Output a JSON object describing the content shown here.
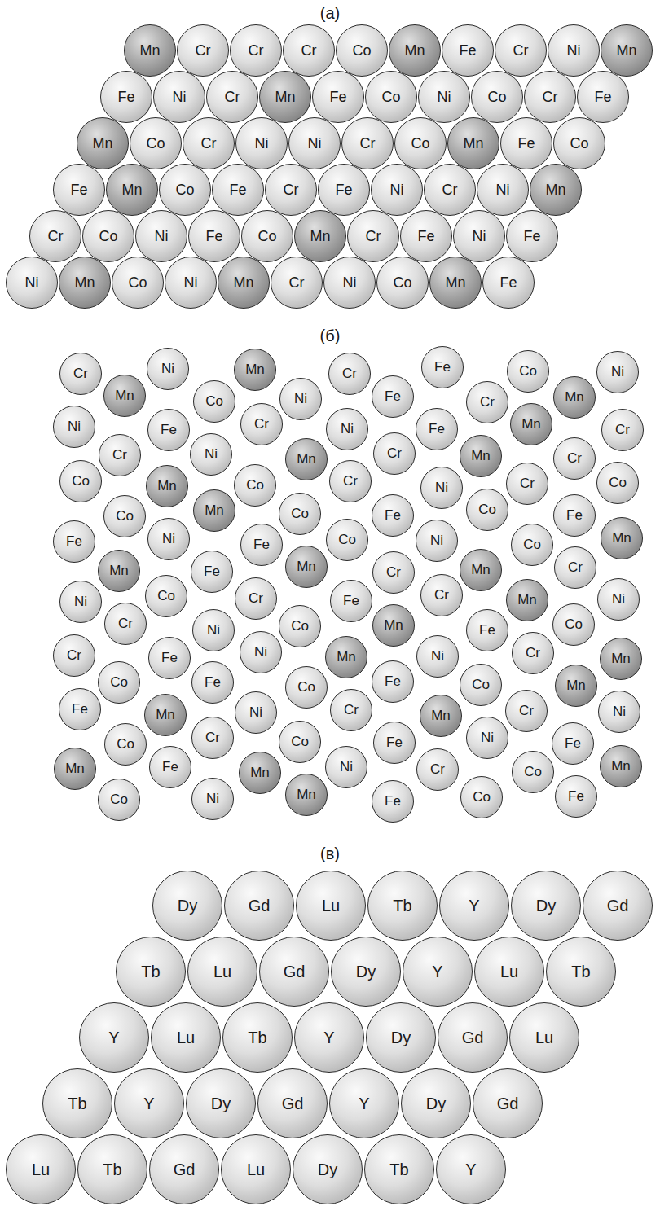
{
  "diagram": {
    "nodes": [
      {
        "text": [
          "Mn"
        ]
      },
      {
        "text": [
          "Cr"
        ]
      },
      {
        "text": [
          "Cr"
        ]
      },
      {
        "text": [
          "Cr"
        ]
      },
      {
        "text": [
          "Co"
        ]
      },
      {
        "text": [
          "Mn"
        ]
      },
      {
        "text": [
          "Fe"
        ]
      },
      {
        "text": [
          "Cr"
        ]
      },
      {
        "text": [
          "Ni"
        ]
      },
      {
        "text": [
          "Mn"
        ]
      },
      {
        "text": [
          "Fe"
        ]
      },
      {
        "text": [
          "Ni"
        ]
      },
      {
        "text": [
          "Cr"
        ]
      },
      {
        "text": [
          "Mn"
        ]
      },
      {
        "text": [
          "Fe"
        ]
      },
      {
        "text": [
          "Co"
        ]
      },
      {
        "text": [
          "Ni"
        ]
      },
      {
        "text": [
          "Co"
        ]
      },
      {
        "text": [
          "Cr"
        ]
      },
      {
        "text": [
          "Fe"
        ]
      },
      {
        "text": [
          "Mn"
        ]
      },
      {
        "text": [
          "Co"
        ]
      },
      {
        "text": [
          "Cr"
        ]
      },
      {
        "text": [
          "Ni"
        ]
      },
      {
        "text": [
          "Ni"
        ]
      },
      {
        "text": [
          "Cr"
        ]
      },
      {
        "text": [
          "Co"
        ]
      },
      {
        "text": [
          "Mn"
        ]
      },
      {
        "text": [
          "Fe"
        ]
      },
      {
        "text": [
          "Co"
        ]
      },
      {
        "text": [
          "Fe"
        ]
      },
      {
        "text": [
          "Mn"
        ]
      },
      {
        "text": [
          "Co"
        ]
      },
      {
        "text": [
          "Fe"
        ]
      },
      {
        "text": [
          "Cr"
        ]
      },
      {
        "text": [
          "Fe"
        ]
      },
      {
        "text": [
          "Ni"
        ]
      },
      {
        "text": [
          "Cr"
        ]
      },
      {
        "text": [
          "Ni"
        ]
      },
      {
        "text": [
          "Mn"
        ]
      },
      {
        "text": [
          "Cr"
        ]
      },
      {
        "text": [
          "Co"
        ]
      },
      {
        "text": [
          "Ni"
        ]
      },
      {
        "text": [
          "Fe"
        ]
      },
      {
        "text": [
          "Co"
        ]
      },
      {
        "text": [
          "Mn"
        ]
      },
      {
        "text": [
          "Cr"
        ]
      },
      {
        "text": [
          "Fe"
        ]
      },
      {
        "text": [
          "Ni"
        ]
      },
      {
        "text": [
          "Fe"
        ]
      },
      {
        "text": [
          "Ni"
        ]
      },
      {
        "text": [
          "Mn"
        ]
      },
      {
        "text": [
          "Co"
        ]
      },
      {
        "text": [
          "Ni"
        ]
      },
      {
        "text": [
          "Mn"
        ]
      },
      {
        "text": [
          "Cr"
        ]
      },
      {
        "text": [
          "Ni"
        ]
      },
      {
        "text": [
          "Co"
        ]
      },
      {
        "text": [
          "Mn"
        ]
      },
      {
        "text": [
          "Fe"
        ]
      },
      {
        "text": [
          "Cr"
        ]
      },
      {
        "text": [
          "Ni"
        ]
      },
      {
        "text": [
          "Mn"
        ]
      },
      {
        "text": [
          "Cr"
        ]
      },
      {
        "text": [
          "Fe"
        ]
      },
      {
        "text": [
          "Co"
        ]
      },
      {
        "text": [
          "Ni"
        ]
      },
      {
        "text": [
          "Mn"
        ]
      },
      {
        "text": [
          "Co"
        ]
      },
      {
        "text": [
          "Ni"
        ]
      },
      {
        "text": [
          "Fe"
        ]
      },
      {
        "text": [
          "Cr"
        ]
      },
      {
        "text": [
          "Mn"
        ]
      },
      {
        "text": [
          "Ni"
        ]
      },
      {
        "text": [
          "Fe"
        ]
      },
      {
        "text": [
          "Cr"
        ]
      },
      {
        "text": [
          "Ni"
        ]
      },
      {
        "text": [
          "Fe"
        ]
      },
      {
        "text": [
          "Mn"
        ]
      },
      {
        "text": [
          "Cr"
        ]
      },
      {
        "text": [
          "Cr"
        ]
      },
      {
        "text": [
          "Ni"
        ]
      },
      {
        "text": [
          "Mn"
        ]
      },
      {
        "text": [
          "Cr"
        ]
      },
      {
        "text": [
          "Mn"
        ]
      },
      {
        "text": [
          "Cr"
        ]
      },
      {
        "text": [
          "Co"
        ]
      },
      {
        "text": [
          "Mn"
        ]
      },
      {
        "text": [
          "Co"
        ]
      },
      {
        "text": [
          "Cr"
        ]
      },
      {
        "text": [
          "Ni"
        ]
      },
      {
        "text": [
          "Cr"
        ]
      },
      {
        "text": [
          "Co"
        ]
      },
      {
        "text": [
          "Co"
        ]
      },
      {
        "text": [
          "Mn"
        ]
      },
      {
        "text": [
          "Co"
        ]
      },
      {
        "text": [
          "Fe"
        ]
      },
      {
        "text": [
          "Co"
        ]
      },
      {
        "text": [
          "Fe"
        ]
      },
      {
        "text": [
          "Fe"
        ]
      },
      {
        "text": [
          "Ni"
        ]
      },
      {
        "text": [
          "Fe"
        ]
      },
      {
        "text": [
          "Co"
        ]
      },
      {
        "text": [
          "Ni"
        ]
      },
      {
        "text": [
          "Co"
        ]
      },
      {
        "text": [
          "Mn"
        ]
      },
      {
        "text": [
          "Mn"
        ]
      },
      {
        "text": [
          "Fe"
        ]
      },
      {
        "text": [
          "Mn"
        ]
      },
      {
        "text": [
          "Cr"
        ]
      },
      {
        "text": [
          "Mn"
        ]
      },
      {
        "text": [
          "Cr"
        ]
      },
      {
        "text": [
          "Ni"
        ]
      },
      {
        "text": [
          "Co"
        ]
      },
      {
        "text": [
          "Cr"
        ]
      },
      {
        "text": [
          "Fe"
        ]
      },
      {
        "text": [
          "Cr"
        ]
      },
      {
        "text": [
          "Mn"
        ]
      },
      {
        "text": [
          "Ni"
        ]
      },
      {
        "text": [
          "Cr"
        ]
      },
      {
        "text": [
          "Ni"
        ]
      },
      {
        "text": [
          "Co"
        ]
      },
      {
        "text": [
          "Mn"
        ]
      },
      {
        "text": [
          "Fe"
        ]
      },
      {
        "text": [
          "Co"
        ]
      },
      {
        "text": [
          "Cr"
        ]
      },
      {
        "text": [
          "Fe"
        ]
      },
      {
        "text": [
          "Ni"
        ]
      },
      {
        "text": [
          "Mn"
        ]
      },
      {
        "text": [
          "Ni"
        ]
      },
      {
        "text": [
          "Cr"
        ]
      },
      {
        "text": [
          "Mn"
        ]
      },
      {
        "text": [
          "Co"
        ]
      },
      {
        "text": [
          "Fe"
        ]
      },
      {
        "text": [
          "Co"
        ]
      },
      {
        "text": [
          "Fe"
        ]
      },
      {
        "text": [
          "Co"
        ]
      },
      {
        "text": [
          "Mn"
        ]
      },
      {
        "text": [
          "Fe"
        ]
      },
      {
        "text": [
          "Mn"
        ]
      },
      {
        "text": [
          "Ni"
        ]
      },
      {
        "text": [
          "Cr"
        ]
      },
      {
        "text": [
          "Mn"
        ]
      },
      {
        "text": [
          "Cr"
        ]
      },
      {
        "text": [
          "Ni"
        ]
      },
      {
        "text": [
          "Co"
        ]
      },
      {
        "text": [
          "Cr"
        ]
      },
      {
        "text": [
          "Co"
        ]
      },
      {
        "text": [
          "Fe"
        ]
      },
      {
        "text": [
          "Ni"
        ]
      },
      {
        "text": [
          "Fe"
        ]
      },
      {
        "text": [
          "Mn"
        ]
      },
      {
        "text": [
          "Fe"
        ]
      },
      {
        "text": [
          "Mn"
        ]
      },
      {
        "text": [
          "Ni"
        ]
      },
      {
        "text": [
          "Cr"
        ]
      },
      {
        "text": [
          "Co"
        ]
      },
      {
        "text": [
          "Mn"
        ]
      },
      {
        "text": [
          "Co"
        ]
      },
      {
        "text": [
          "Ni"
        ]
      },
      {
        "text": [
          "Mn"
        ]
      },
      {
        "text": [
          "Fe"
        ]
      },
      {
        "text": [
          "Co"
        ]
      },
      {
        "text": [
          "Fe"
        ]
      },
      {
        "text": [
          "Dy"
        ]
      },
      {
        "text": [
          "Gd"
        ]
      },
      {
        "text": [
          "Lu"
        ]
      },
      {
        "text": [
          "Tb"
        ]
      },
      {
        "text": [
          "Y"
        ]
      },
      {
        "text": [
          "Dy"
        ]
      },
      {
        "text": [
          "Gd"
        ]
      },
      {
        "text": [
          "Tb"
        ]
      },
      {
        "text": [
          "Lu"
        ]
      },
      {
        "text": [
          "Gd"
        ]
      },
      {
        "text": [
          "Dy"
        ]
      },
      {
        "text": [
          "Y"
        ]
      },
      {
        "text": [
          "Lu"
        ]
      },
      {
        "text": [
          "Tb"
        ]
      },
      {
        "text": [
          "Y"
        ]
      },
      {
        "text": [
          "Lu"
        ]
      },
      {
        "text": [
          "Tb"
        ]
      },
      {
        "text": [
          "Y"
        ]
      },
      {
        "text": [
          "Dy"
        ]
      },
      {
        "text": [
          "Gd"
        ]
      },
      {
        "text": [
          "Lu"
        ]
      },
      {
        "text": [
          "Tb"
        ]
      },
      {
        "text": [
          "Y"
        ]
      },
      {
        "text": [
          "Dy"
        ]
      },
      {
        "text": [
          "Gd"
        ]
      },
      {
        "text": [
          "Y"
        ]
      },
      {
        "text": [
          "Dy"
        ]
      },
      {
        "text": [
          "Gd"
        ]
      },
      {
        "text": [
          "Lu"
        ]
      },
      {
        "text": [
          "Tb"
        ]
      },
      {
        "text": [
          "Gd"
        ]
      },
      {
        "text": [
          "Lu"
        ]
      },
      {
        "text": [
          "Dy"
        ]
      },
      {
        "text": [
          "Tb"
        ]
      },
      {
        "text": [
          "Y"
        ]
      }
    ],
    "labels": [
      "(а)",
      "(б)",
      "(в)"
    ]
  }
}
